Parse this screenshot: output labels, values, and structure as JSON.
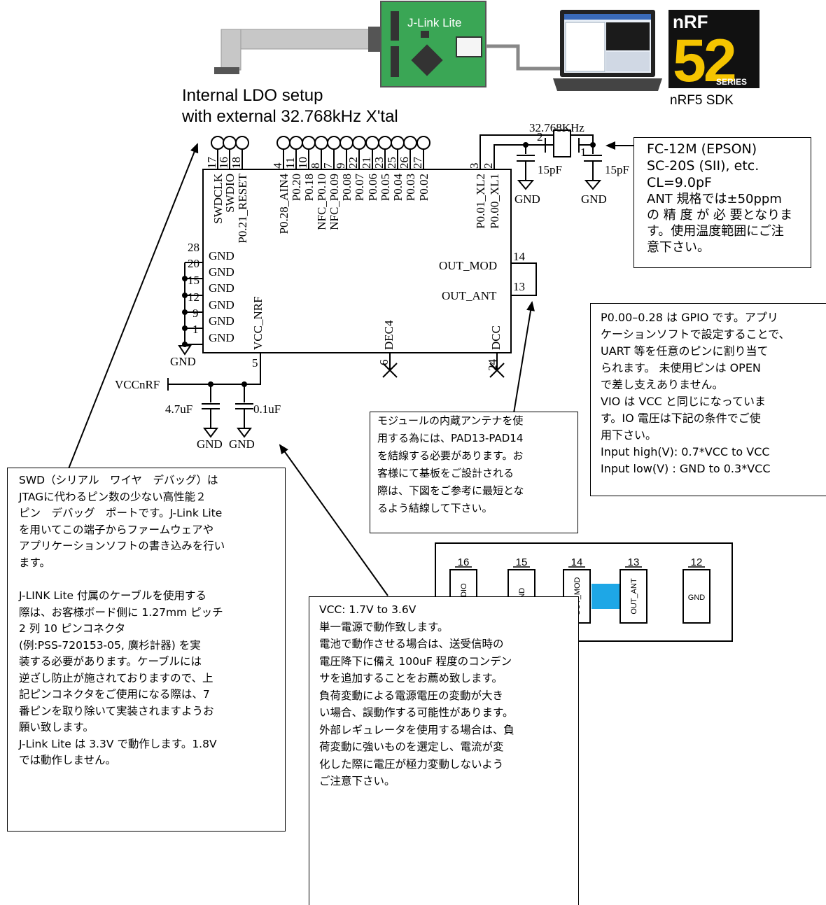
{
  "header": {
    "jlink_label": "J-Link Lite",
    "nrf_logo_top": "nRF",
    "nrf_logo_number": "52",
    "nrf_logo_series": "SERIES",
    "sdk_label": "nRF5 SDK",
    "setup_line1": "Internal LDO setup",
    "setup_line2": "with external 32.768kHz X'tal"
  },
  "crystal": {
    "freq": "32.768KHz",
    "pin_left": "2",
    "pin_right": "1",
    "cap_left": "15pF",
    "cap_right": "15pF",
    "gnd_left": "GND",
    "gnd_right": "GND"
  },
  "module": {
    "top_pin_numbers": [
      "17",
      "16",
      "18",
      "4",
      "11",
      "10",
      "8",
      "7",
      "9",
      "22",
      "21",
      "23",
      "25",
      "26",
      "27",
      "3",
      "2"
    ],
    "top_pin_names": [
      "SWDCLK",
      "SWDIO",
      "P0.21_RESET",
      "P0.28_AIN4",
      "P0.20",
      "P0.18",
      "NFC_P0.10",
      "NFC_P0.09",
      "P0.08",
      "P0.07",
      "P0.06",
      "P0.05",
      "P0.04",
      "P0.03",
      "P0.02",
      "P0.01_XL2",
      "P0.00_XL1"
    ],
    "left_pin_numbers": [
      "28",
      "20",
      "15",
      "12",
      "9",
      "1"
    ],
    "left_pin_names": [
      "GND",
      "GND",
      "GND",
      "GND",
      "GND",
      "GND"
    ],
    "gnd_bottom_left": "GND",
    "vcc_nrf": "VCC_NRF",
    "dec4": "DEC4",
    "dcc": "DCC",
    "pin5": "5",
    "pin6": "6",
    "pin24": "24",
    "out_mod": "OUT_MOD",
    "out_ant": "OUT_ANT",
    "pin14": "14",
    "pin13": "13"
  },
  "power": {
    "vcc_label": "VCCnRF",
    "cap1": "4.7uF",
    "cap2": "0.1uF",
    "gnd1": "GND",
    "gnd2": "GND"
  },
  "pad_detail": {
    "numbers": [
      "16",
      "15",
      "14",
      "13",
      "12"
    ],
    "names": [
      "SWDIO",
      "GND",
      "OUT_MOD",
      "OUT_ANT",
      "GND"
    ],
    "bridge_color": "#1ea7e6"
  },
  "notes": {
    "crystal": [
      "FC-12M (EPSON)",
      "SC-20S (SII), etc.",
      "CL=9.0pF",
      "ANT 規格では±50ppm",
      "の 精 度 が 必 要となりま",
      "す。使用温度範囲にご注",
      "意下さい。"
    ],
    "gpio": [
      "P0.00–0.28 は GPIO です。アプリ",
      "ケーションソフトで設定することで、",
      "UART 等を任意のピンに割り当て",
      "られます。 未使用ピンは OPEN",
      "で差し支えありません。",
      "VIO は VCC と同じになっていま",
      "す。IO 電圧は下記の条件でご使",
      "用下さい。",
      "Input high(V): 0.7*VCC to VCC",
      "Input low(V) : GND to 0.3*VCC"
    ],
    "antenna": [
      "モジュールの内蔵アンテナを使",
      "用する為には、PAD13-PAD14",
      "を結線する必要があります。お",
      "客様にて基板をご設計される",
      "際は、下図をご参考に最短とな",
      "るよう結線して下さい。"
    ],
    "swd_para1": [
      "SWD（シリアル　ワイヤ　デバッグ）は",
      "JTAGに代わるピン数の少ない高性能２",
      "ピン　デバッグ　ポートです。J-Link Lite",
      "を用いてこの端子からファームウェアや",
      "アプリケーションソフトの書き込みを行い",
      "ます。"
    ],
    "swd_para2": [
      "J-LINK Lite 付属のケーブルを使用する",
      "際は、お客様ボード側に 1.27mm ピッチ",
      "2 列 10 ピンコネクタ",
      "(例:PSS-720153-05, 廣杉計器) を実",
      "装する必要があります。ケーブルには",
      "逆ざし防止が施されておりますので、上",
      "記ピンコネクタをご使用になる際は、7",
      "番ピンを取り除いて実装されますようお",
      "願い致します。",
      "J-Link Lite は 3.3V で動作します。1.8V",
      "では動作しません。"
    ],
    "vcc": [
      "VCC: 1.7V to 3.6V",
      "単一電源で動作致します。",
      "電池で動作させる場合は、送受信時の",
      "電圧降下に備え 100uF 程度のコンデン",
      "サを追加することをお薦め致します。",
      "負荷変動による電源電圧の変動が大き",
      "い場合、誤動作する可能性があります。",
      "外部レギュレータを使用する場合は、負",
      "荷変動に強いものを選定し、電流が変",
      "化した際に電圧が極力変動しないよう",
      "ご注意下さい。"
    ]
  },
  "colors": {
    "jlink_board": "#3aa655",
    "nrf_yellow": "#f5c400",
    "nrf_black": "#111111",
    "cable_gray": "#b9b9b9"
  }
}
